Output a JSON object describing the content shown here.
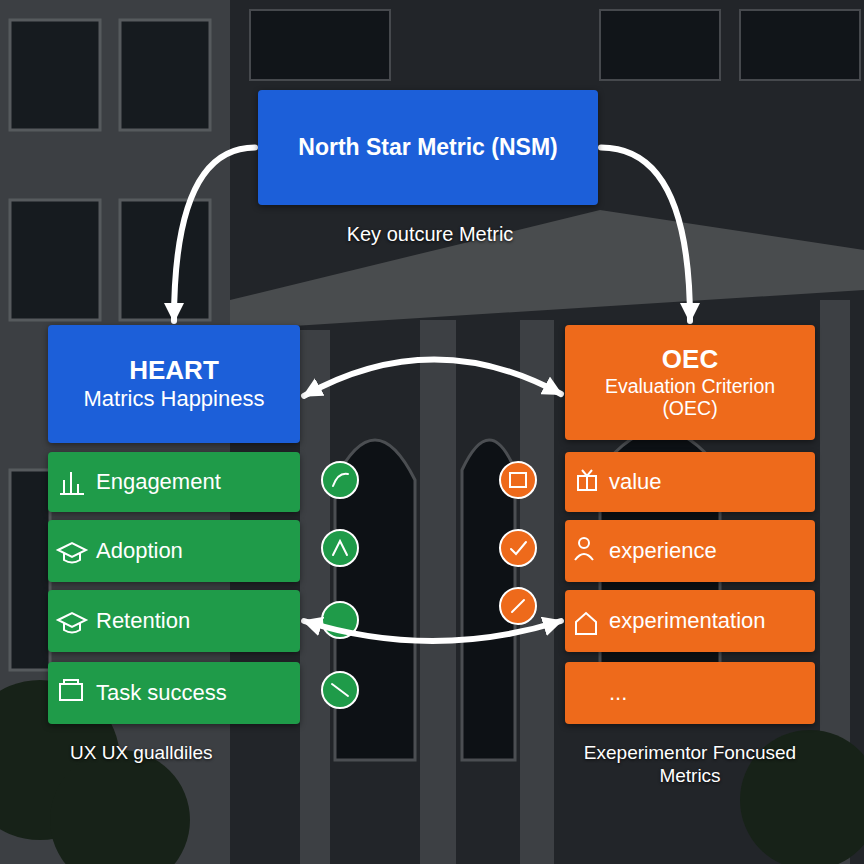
{
  "diagram": {
    "nodes": [
      {
        "text": [
          "North Star Metric (NSM)"
        ]
      },
      {
        "text": [
          "HEART",
          "Matrics Happiness"
        ]
      },
      {
        "text": [
          "Engagement"
        ]
      },
      {
        "text": [
          "Adoption"
        ]
      },
      {
        "text": [
          "Retention"
        ]
      },
      {
        "text": [
          "Task success"
        ]
      },
      {
        "text": [
          "OEC",
          "Evaluation Criterion (OEC)"
        ]
      },
      {
        "text": [
          "value"
        ]
      },
      {
        "text": [
          "experience"
        ]
      },
      {
        "text": [
          "experimentation"
        ]
      },
      {
        "text": [
          "..."
        ]
      }
    ],
    "edges": [
      {
        "from": 0,
        "to": 1,
        "arrow": "to"
      },
      {
        "from": 0,
        "to": 6,
        "arrow": "to"
      },
      {
        "from": 1,
        "to": 6,
        "arrow": "both"
      },
      {
        "from": 4,
        "to": 9,
        "arrow": "both"
      }
    ],
    "labels": [
      "Key outcure Metric",
      "UX UX gualldiles",
      "Exeperimentor Foncused Metrics"
    ]
  }
}
